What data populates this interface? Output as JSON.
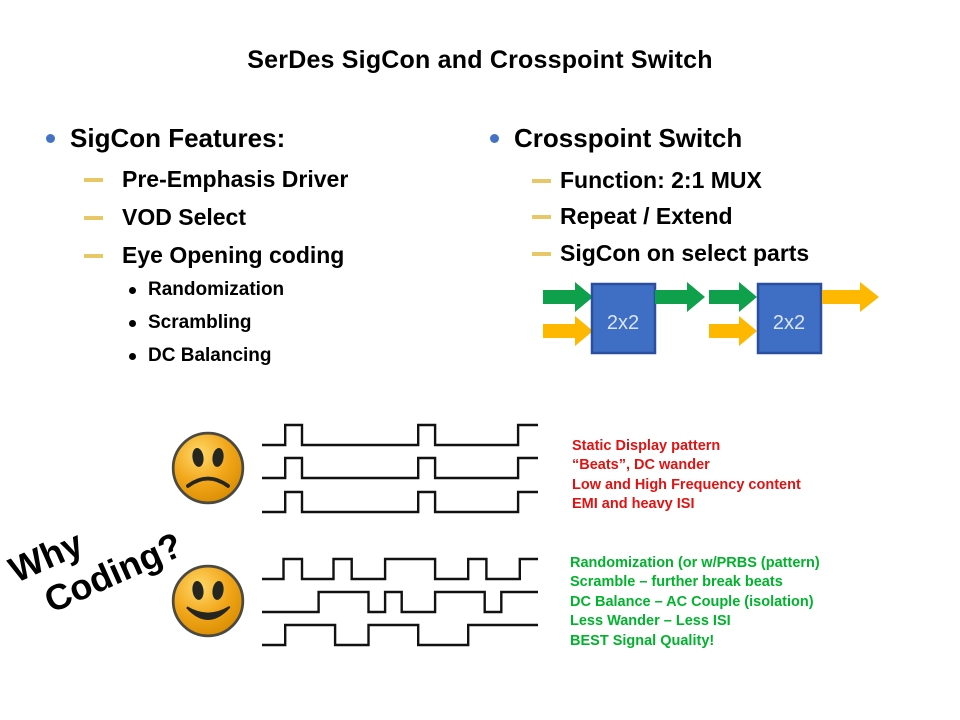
{
  "title": "SerDes SigCon and Crosspoint Switch",
  "left_list": {
    "heading": "SigCon Features:",
    "items": [
      "Pre-Emphasis Driver",
      "VOD Select",
      "Eye Opening coding"
    ],
    "subitems": [
      "Randomization",
      "Scrambling",
      "DC Balancing"
    ]
  },
  "right_list": {
    "heading": "Crosspoint Switch",
    "items": [
      "Function: 2:1 MUX",
      "Repeat / Extend",
      "SigCon on select parts"
    ]
  },
  "diagram": {
    "box1_label": "2x2",
    "box2_label": "2x2"
  },
  "why_coding": {
    "line1": "Why",
    "line2": "Coding?"
  },
  "annotations": {
    "static": {
      "lines": [
        "Static Display pattern",
        "“Beats”, DC wander",
        "Low and High Frequency content",
        "EMI and heavy ISI"
      ]
    },
    "coded": {
      "lines": [
        "Randomization (or w/PRBS (pattern)",
        "Scramble – further break beats",
        "DC Balance – AC Couple (isolation)",
        "Less Wander – Less ISI",
        "BEST Signal Quality!"
      ]
    }
  },
  "waveforms": {
    "static_rows": [
      [
        0.084,
        0.145,
        0.566,
        0.627,
        0.928
      ],
      [
        0.084,
        0.145,
        0.566,
        0.627,
        0.928
      ],
      [
        0.084,
        0.145,
        0.566,
        0.627,
        0.928
      ]
    ],
    "coded_rows": [
      [
        0.078,
        0.145,
        0.259,
        0.325,
        0.446,
        0.627,
        0.747,
        0.813,
        0.934
      ],
      [
        0.205,
        0.386,
        0.446,
        0.506,
        0.627,
        0.807,
        0.867
      ],
      [
        0.084,
        0.265,
        0.386,
        0.566,
        0.747
      ]
    ]
  },
  "colors": {
    "bullet_blue": "#4472c4",
    "dash_gold": "#e8c766",
    "box_fill": "#3e6fc4",
    "box_border": "#2b4fa0",
    "arrow_green": "#0fa04c",
    "arrow_yellow": "#ffb800",
    "smiley_body": "#f2a71b",
    "text_red": "#e01212",
    "text_green": "#00b32c"
  }
}
